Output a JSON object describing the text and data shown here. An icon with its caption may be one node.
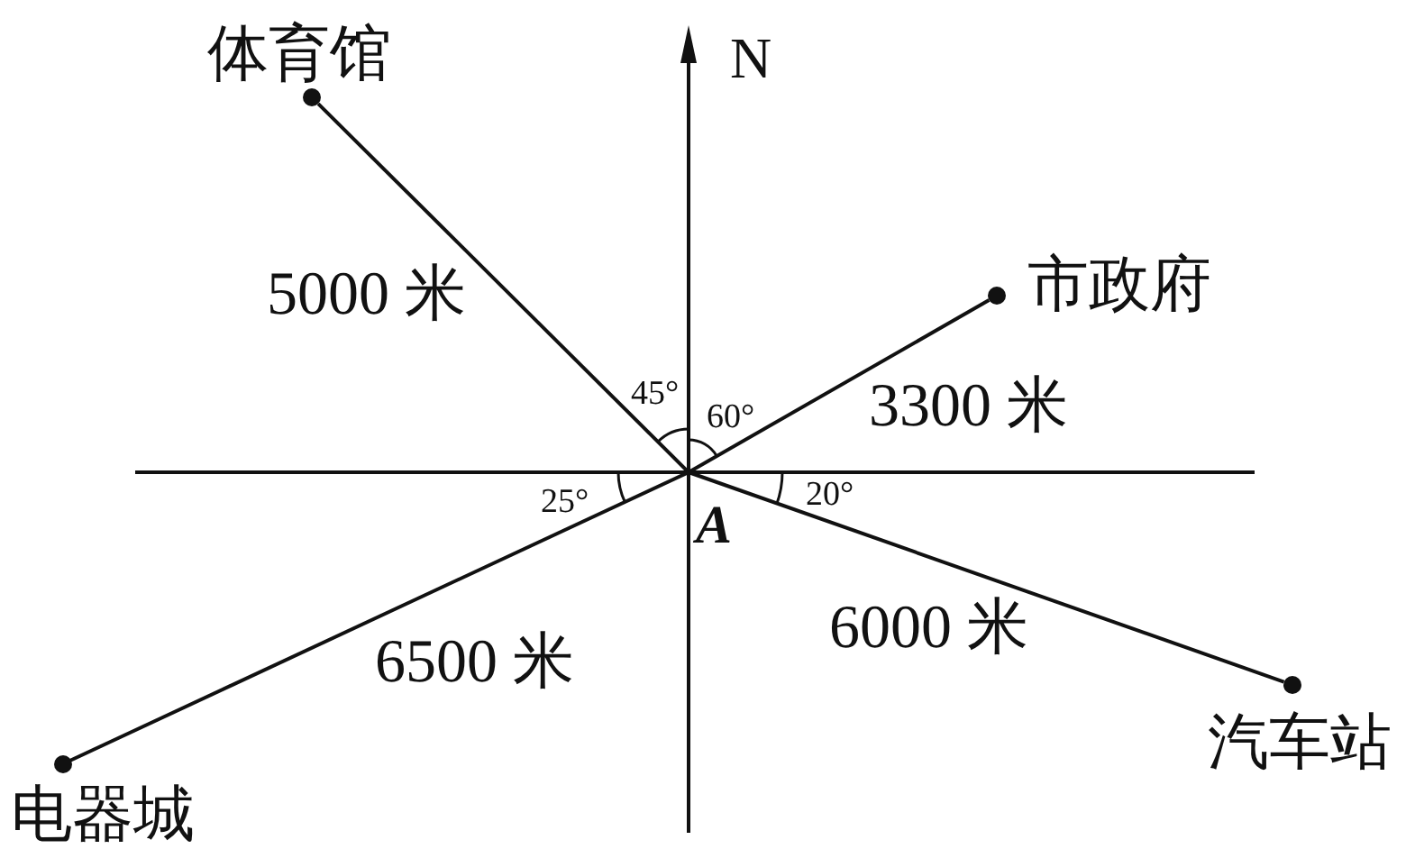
{
  "diagram": {
    "nodes": [
      {
        "text": [
          "体育馆"
        ]
      },
      {
        "text": [
          "市政府"
        ]
      },
      {
        "text": [
          "A"
        ]
      },
      {
        "text": [
          "汽车站"
        ]
      },
      {
        "text": [
          "电器城"
        ]
      }
    ],
    "edges": [
      {
        "from": 2,
        "to": 0,
        "arrow": "none",
        "label": "5000 米"
      },
      {
        "from": 2,
        "to": 1,
        "arrow": "none",
        "label": "3300 米"
      },
      {
        "from": 2,
        "to": 3,
        "arrow": "none",
        "label": "6000 米"
      },
      {
        "from": 2,
        "to": 4,
        "arrow": "none",
        "label": "6500 米"
      }
    ],
    "labels": [
      "N",
      "45°",
      "60°",
      "25°",
      "20°"
    ]
  }
}
